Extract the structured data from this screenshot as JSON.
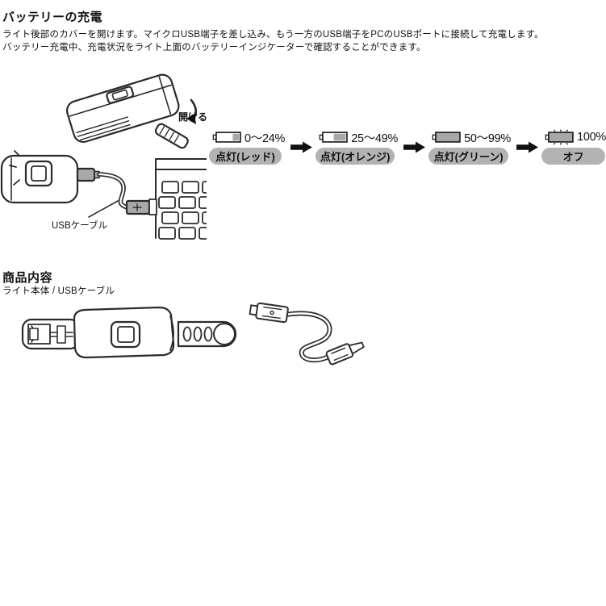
{
  "page": {
    "background": "#ffffff",
    "text_color": "#111111"
  },
  "section_charging": {
    "title": "バッテリーの充電",
    "body_lines": [
      "ライト後部のカバーを開けます。マイクロUSB端子を差し込み、もう一方のUSB端子をPCのUSBポートに接続して充電します。",
      "バッテリー充電中、充電状況をライト上面のバッテリーインジケーターで確認することができます。"
    ],
    "open_cover_label": "開ける",
    "usb_cable_label": "USBケーブル"
  },
  "indicator_chart": {
    "type": "flow",
    "description": "battery charge level flow with indicator lamp status",
    "stages": [
      {
        "range": "0〜24%",
        "status": "点灯(レッド)",
        "battery_fill": "25% from right"
      },
      {
        "range": "25〜49%",
        "status": "点灯(オレンジ)",
        "battery_fill": "55% from right"
      },
      {
        "range": "50〜99%",
        "status": "点灯(グリーン)",
        "battery_fill": "100%"
      },
      {
        "range": "100%",
        "status": "オフ",
        "battery_fill": "100% with rays"
      }
    ],
    "pill_color": "#b3b3b3",
    "battery_fill_color": "#a8a8a8",
    "arrow_color": "#111111"
  },
  "section_contents": {
    "title": "商品内容",
    "items_line": "ライト本体 / USBケーブル"
  }
}
